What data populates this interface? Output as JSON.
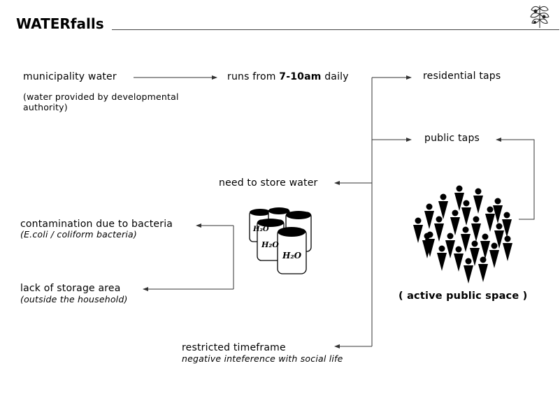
{
  "title": "WATERfalls",
  "nodes": {
    "source": "municipality water",
    "source_note_1": "(water provided by developmental",
    "source_note_2": "authority)",
    "schedule_pre": "runs from ",
    "schedule_bold": "7-10am",
    "schedule_post": " daily",
    "residential": "residential taps",
    "public": "public taps",
    "store": "need to store water",
    "contamination": "contamination due to bacteria",
    "contamination_note": "(E.coli / coliform bacteria)",
    "storage": "lack of storage area",
    "storage_note": "(outside the household)",
    "timeframe": "restricted timeframe",
    "timeframe_note": "negative inteference with social life",
    "public_space": "( active public space )"
  },
  "containers": {
    "label": "H₂O"
  },
  "icons": {
    "corner": "tree-icon",
    "crowd": "people-crowd-icon",
    "containers": "water-container-icon"
  },
  "colors": {
    "text": "#000000",
    "line": "#333333",
    "rule": "#444444"
  }
}
